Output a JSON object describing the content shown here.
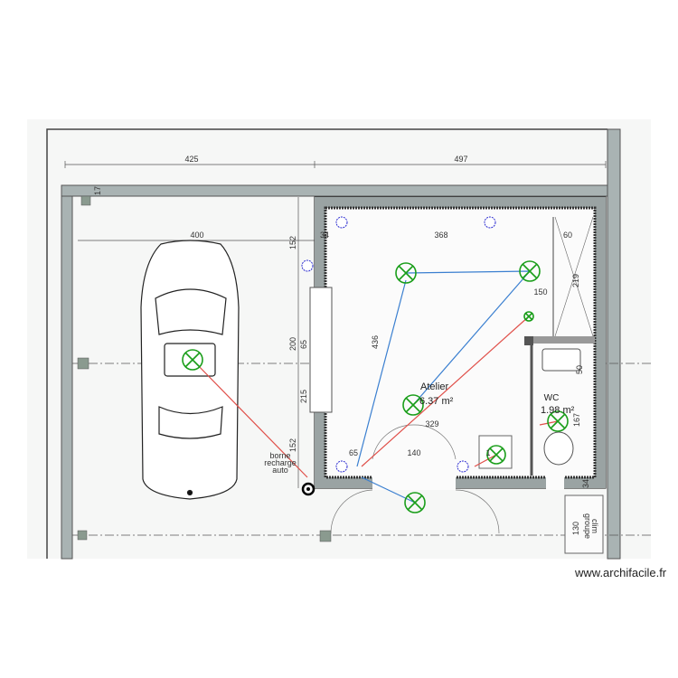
{
  "plan": {
    "dimensions": {
      "total_left": "425",
      "total_right": "497",
      "top_gap": "17",
      "car_width": "400",
      "atelier_wall": "34",
      "atelier_width": "368",
      "shower_width": "60",
      "left_a": "152",
      "left_b": "200",
      "left_c": "152",
      "window_a": "65",
      "window_b": "215",
      "atelier_height": "436",
      "shower_depth": "150",
      "shower_length": "219",
      "wc_a": "50",
      "wc_b": "167",
      "inner_width": "329",
      "door_offset": "65",
      "door_width": "140",
      "sink": "1",
      "wall_bottom": "34",
      "clim_size": "130"
    },
    "rooms": {
      "atelier_name": "Atelier",
      "atelier_area": "6.37 m²",
      "wc_name": "WC",
      "wc_area": "1.98 m²"
    },
    "charger_label": [
      "borne",
      "recharge",
      "auto"
    ],
    "clim_label": [
      "groupe",
      "clim"
    ],
    "colors": {
      "light": "#1a9e1a",
      "outlet": "#2a2ad0",
      "wire_blue": "#3a7fd0",
      "wire_red": "#e0504a",
      "wall": "#a9b3b3"
    }
  },
  "watermark": "www.archifacile.fr"
}
